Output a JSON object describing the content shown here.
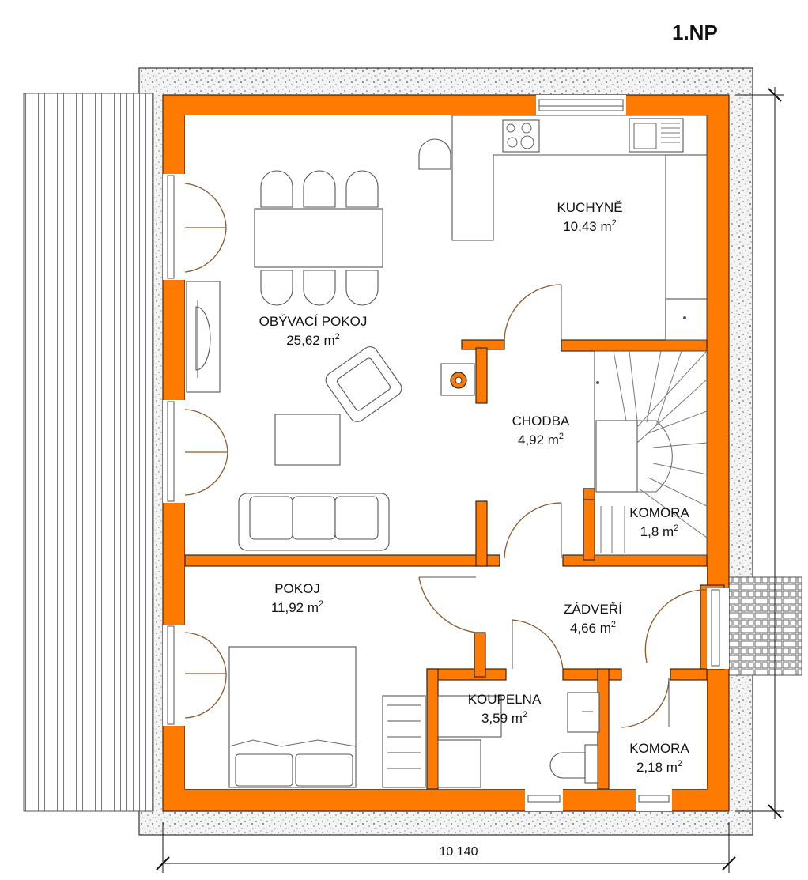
{
  "floor_label": "1.NP",
  "dimension": "10 140",
  "rooms": {
    "obyvaci": {
      "name": "OBÝVACÍ POKOJ",
      "area": "25,62 m",
      "sup": "2"
    },
    "kuchyne": {
      "name": "KUCHYNĚ",
      "area": "10,43 m",
      "sup": "2"
    },
    "chodba": {
      "name": "CHODBA",
      "area": "4,92 m",
      "sup": "2"
    },
    "komora1": {
      "name": "KOMORA",
      "area": "1,8 m",
      "sup": "2"
    },
    "pokoj": {
      "name": "POKOJ",
      "area": "11,92 m",
      "sup": "2"
    },
    "zadveri": {
      "name": "ZÁDVEŘÍ",
      "area": "4,66 m",
      "sup": "2"
    },
    "koupelna": {
      "name": "KOUPELNA",
      "area": "3,59 m",
      "sup": "2"
    },
    "komora2": {
      "name": "KOMORA",
      "area": "2,18 m",
      "sup": "2"
    }
  },
  "colors": {
    "wall": "#ff7a00",
    "outline": "#2a2a2a",
    "door_arc": "#8b5a2b"
  }
}
